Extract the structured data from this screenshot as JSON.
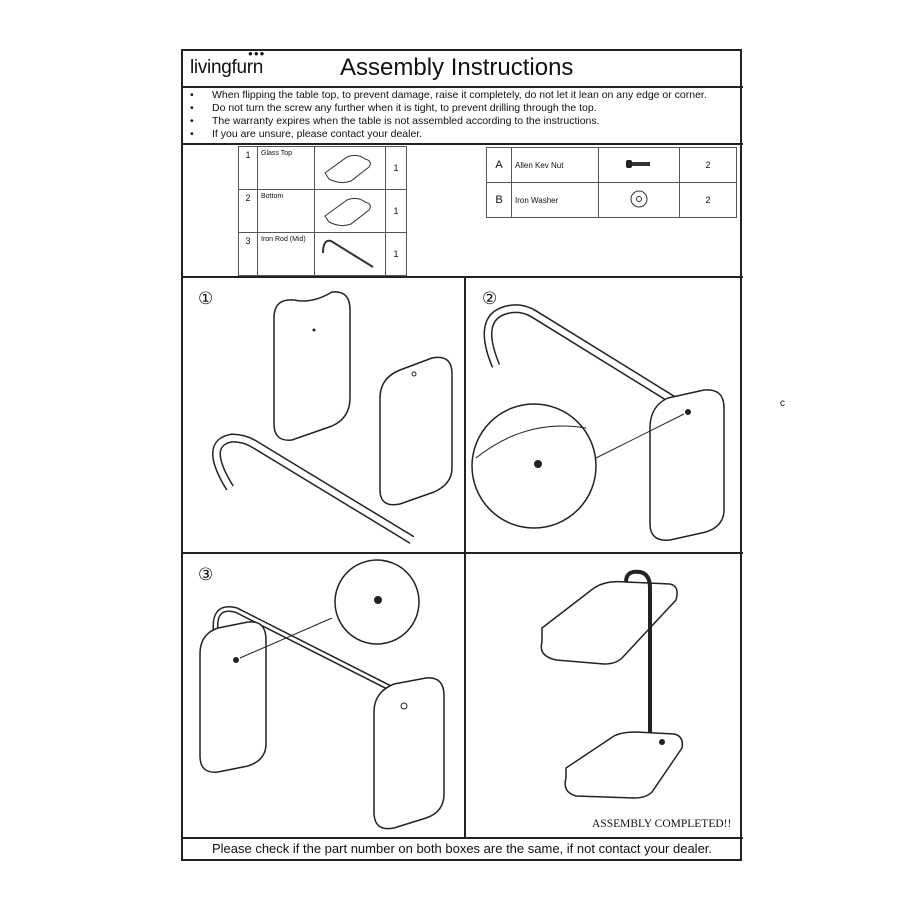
{
  "header": {
    "logo": "livingfurn",
    "title": "Assembly Instructions"
  },
  "notes": [
    "When flipping the table top, to prevent damage, raise it completely, do not let it lean on any edge or corner.",
    "Do not turn the screw any further when it is tight, to prevent drilling through the top.",
    "The warranty expires when the table is not assembled according to the instructions.",
    "If you are unsure, please contact your dealer."
  ],
  "parts": [
    {
      "no": "1",
      "name": "Glass Top",
      "icon": "table-top-icon",
      "qty": "1"
    },
    {
      "no": "2",
      "name": "Bottom",
      "icon": "base-plate-icon",
      "qty": "1"
    },
    {
      "no": "3",
      "name": "Iron Rod (Mid)",
      "icon": "rod-icon",
      "qty": "1"
    }
  ],
  "hardware": [
    {
      "no": "A",
      "name": "Allen Kev Nut",
      "icon": "bolt-icon",
      "qty": "2"
    },
    {
      "no": "B",
      "name": "Iron Washer",
      "icon": "washer-icon",
      "qty": "2"
    }
  ],
  "steps": [
    "①",
    "②",
    "③"
  ],
  "completed": "ASSEMBLY COMPLETED!!",
  "footer": "Please check if the part number on both boxes are the same, if not contact your dealer.",
  "stray_mark": "c"
}
